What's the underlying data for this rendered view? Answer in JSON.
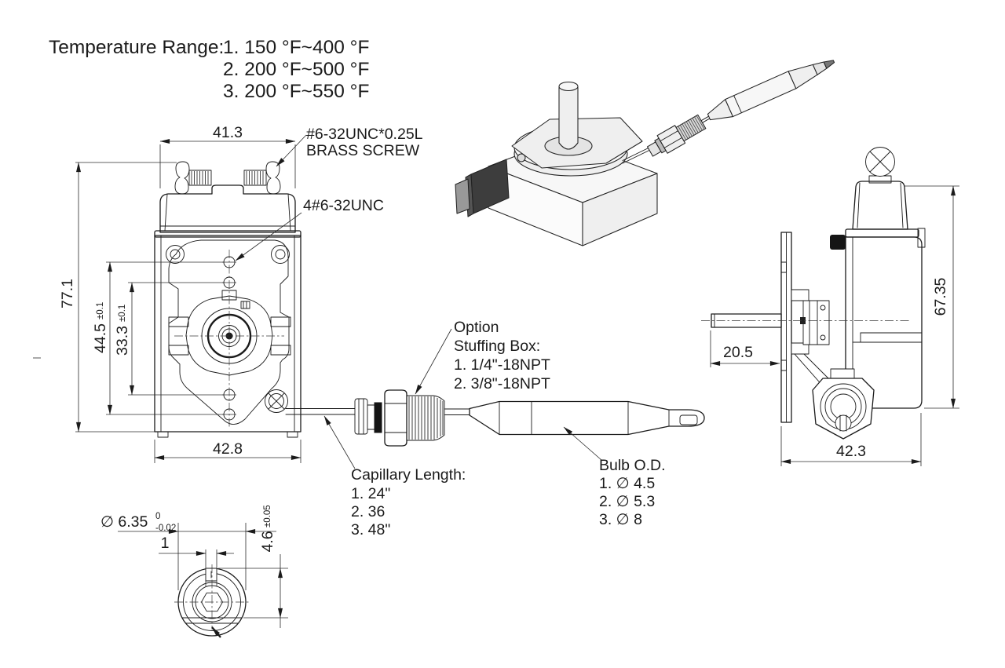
{
  "temperature_range": {
    "label": "Temperature Range:",
    "items": [
      "1. 150 °F~400 °F",
      "2. 200 °F~500 °F",
      "3. 200 °F~550 °F"
    ]
  },
  "annotations": {
    "brass_screw_line1": "#6-32UNC*0.25L",
    "brass_screw_line2": "BRASS SCREW",
    "mounting_holes": "4#6-32UNC",
    "stuffing_box": {
      "line1": "Option",
      "line2": "Stuffing Box:",
      "option1": "1. 1/4\"-18NPT",
      "option2": "2. 3/8\"-18NPT"
    },
    "capillary_length": {
      "label": "Capillary Length:",
      "option1": "1. 24\"",
      "option2": "2. 36",
      "option3": "3. 48\""
    },
    "bulb_od": {
      "label": "Bulb O.D.",
      "option1": "1. ∅ 4.5",
      "option2": "2. ∅ 5.3",
      "option3": "3. ∅ 8"
    }
  },
  "dimensions": {
    "terminal_width": "41.3",
    "body_height": "77.1",
    "hole_span_outer": "44.5",
    "hole_span_outer_tol": "±0.1",
    "hole_span_inner": "33.3",
    "hole_span_inner_tol": "±0.1",
    "body_width": "42.8",
    "side_height": "67.35",
    "shaft_length": "20.5",
    "side_width": "42.3",
    "shaft_diameter": "∅ 6.35",
    "shaft_diameter_tol_upper": "0",
    "shaft_diameter_tol_lower": "-0.02",
    "keyway_width": "1",
    "shaft_flat": "4.6",
    "shaft_flat_tol": "±0.05"
  }
}
